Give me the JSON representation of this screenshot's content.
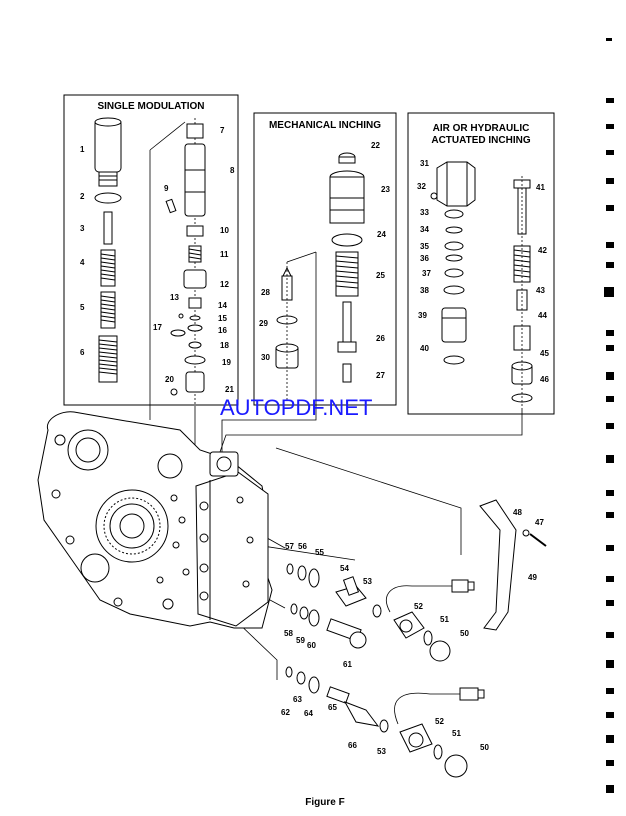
{
  "panels": {
    "single_modulation": "SINGLE MODULATION",
    "mechanical_inching": "MECHANICAL INCHING",
    "air_hydraulic_line1": "AIR OR HYDRAULIC",
    "air_hydraulic_line2": "ACTUATED INCHING"
  },
  "watermark": "AUTOPDF.NET",
  "caption": "Figure F",
  "callouts": {
    "n1": "1",
    "n2": "2",
    "n3": "3",
    "n4": "4",
    "n5": "5",
    "n6": "6",
    "n7": "7",
    "n8": "8",
    "n9": "9",
    "n10": "10",
    "n11": "11",
    "n12": "12",
    "n13": "13",
    "n14": "14",
    "n15": "15",
    "n16": "16",
    "n17": "17",
    "n18": "18",
    "n19": "19",
    "n20": "20",
    "n21": "21",
    "n22": "22",
    "n23": "23",
    "n24": "24",
    "n25": "25",
    "n26": "26",
    "n27": "27",
    "n28": "28",
    "n29": "29",
    "n30": "30",
    "n31": "31",
    "n32": "32",
    "n33": "33",
    "n34": "34",
    "n35": "35",
    "n36": "36",
    "n37": "37",
    "n38": "38",
    "n39": "39",
    "n40": "40",
    "n41": "41",
    "n42": "42",
    "n43": "43",
    "n44": "44",
    "n45": "45",
    "n46": "46",
    "n47": "47",
    "n48": "48",
    "n49": "49",
    "n50": "50",
    "n51": "51",
    "n52": "52",
    "n53": "53",
    "n54": "54",
    "n55": "55",
    "n56": "56",
    "n57": "57",
    "n58": "58",
    "n59": "59",
    "n60": "60",
    "n61": "61",
    "n62": "62",
    "n63": "63",
    "n64": "64",
    "n65": "65",
    "n66": "66",
    "n50b": "50",
    "n51b": "51",
    "n52b": "52",
    "n53b": "53"
  }
}
